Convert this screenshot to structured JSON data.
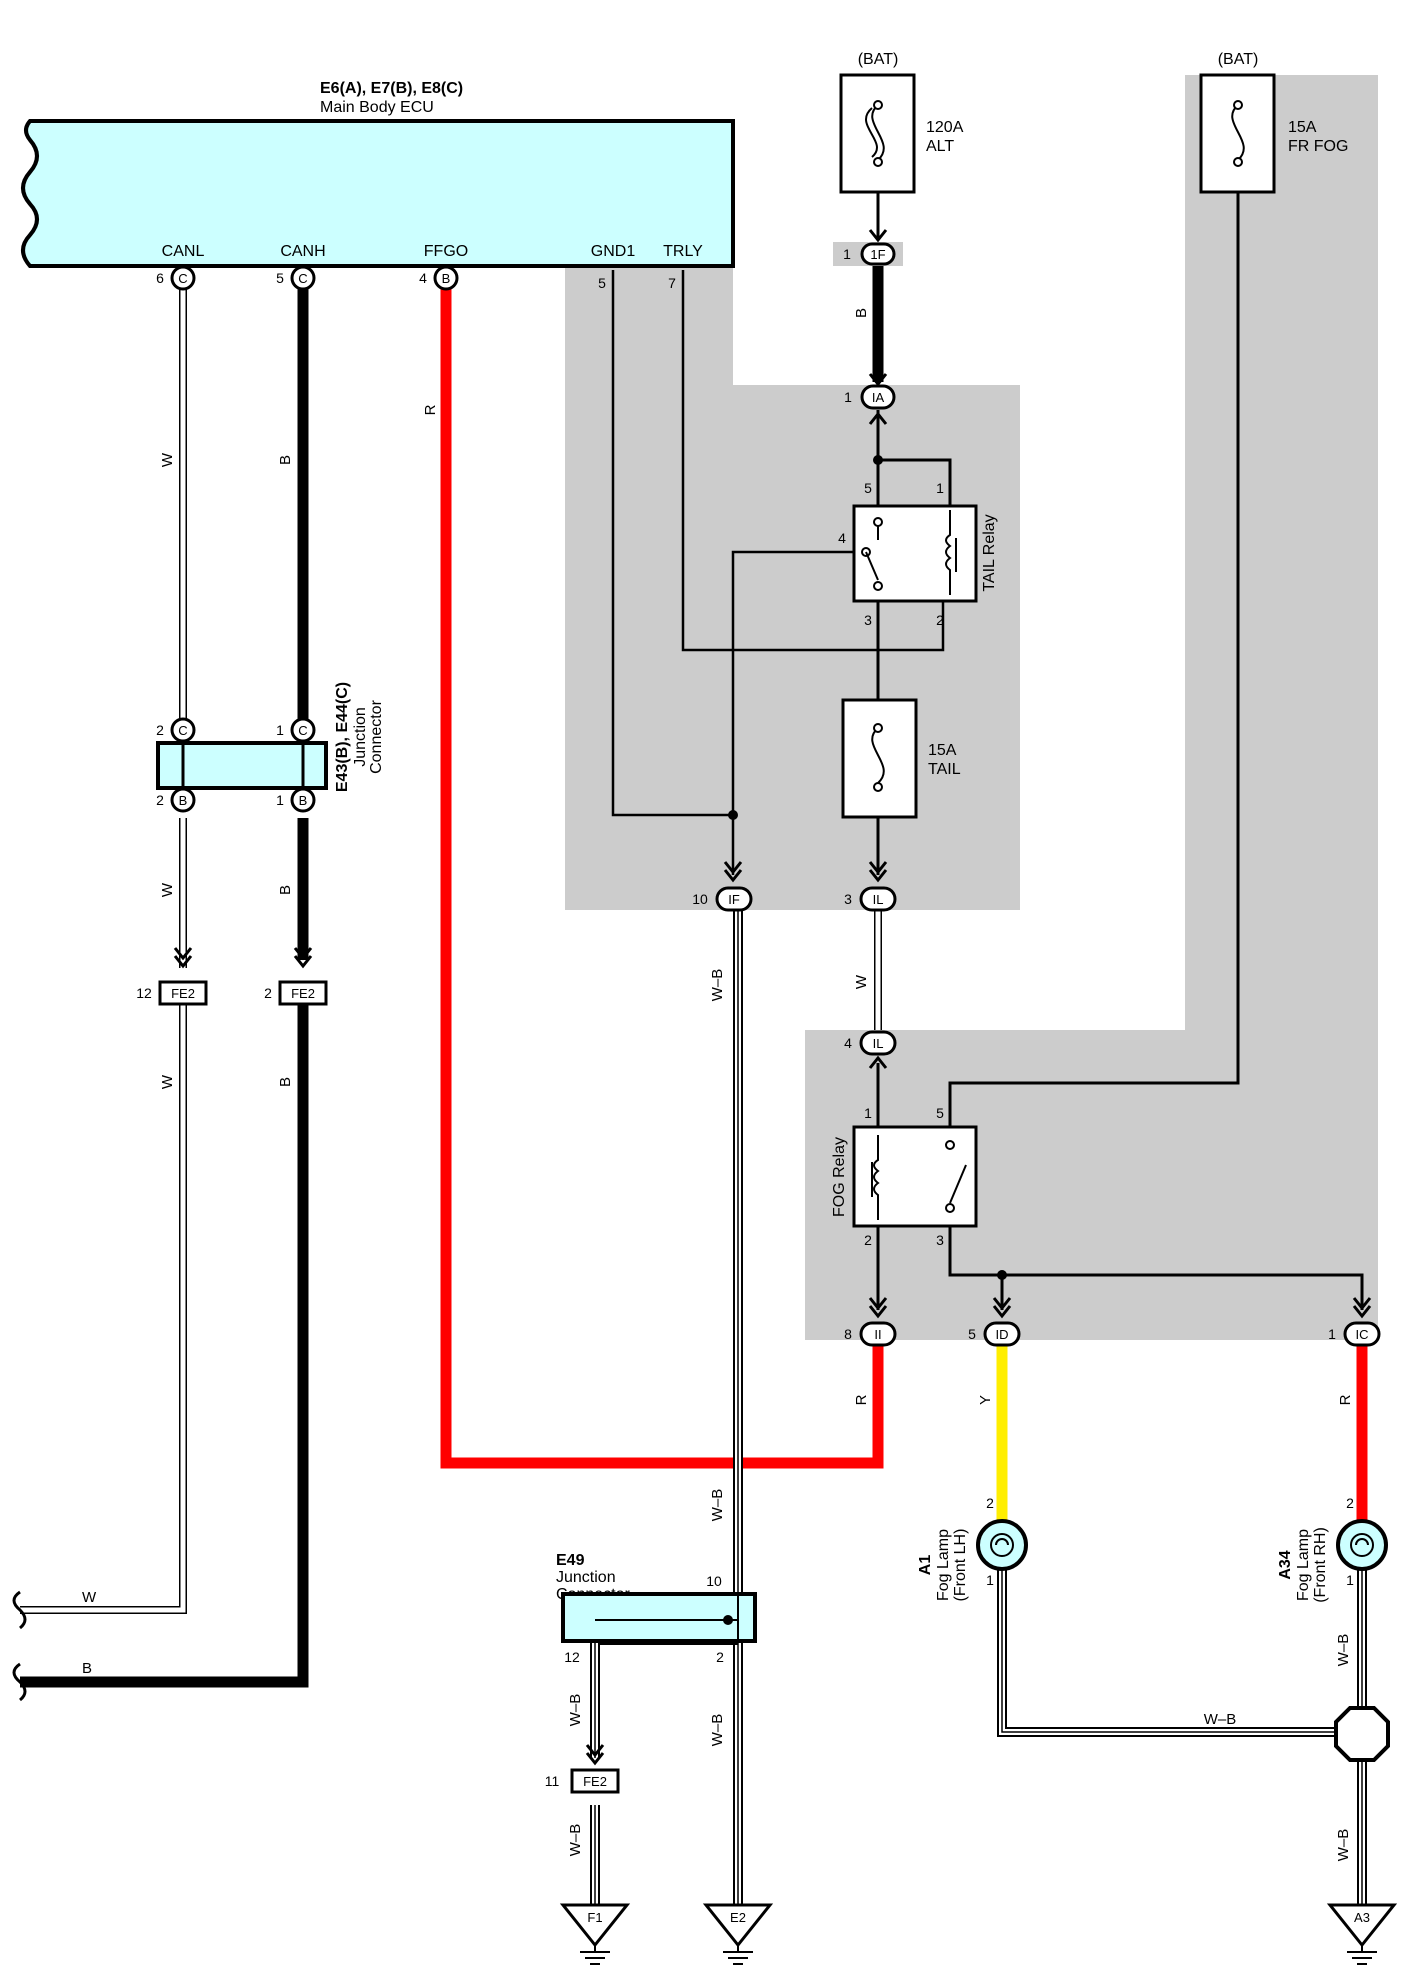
{
  "ecu": {
    "title": "E6(A), E7(B), E8(C)",
    "name": "Main Body ECU",
    "terminals": [
      "CANL",
      "CANH",
      "FFGO",
      "GND1",
      "TRLY"
    ],
    "pins": {
      "canl": "6",
      "canh": "5",
      "ffgo": "4",
      "gnd1": "5",
      "trly": "7"
    },
    "conn": {
      "canl": "C",
      "canh": "C",
      "ffgo": "B"
    }
  },
  "bat": {
    "left": "(BAT)",
    "right": "(BAT)"
  },
  "fuses": {
    "alt": [
      "120A",
      "ALT"
    ],
    "fog": [
      "15A",
      "FR FOG"
    ],
    "tail": [
      "15A",
      "TAIL"
    ]
  },
  "relays": {
    "tail": "TAIL Relay",
    "fog": "FOG Relay"
  },
  "relay_pins": {
    "tail": {
      "p5": "5",
      "p1": "1",
      "p4": "4",
      "p3": "3",
      "p2": "2"
    },
    "fog": {
      "p1": "1",
      "p5": "5",
      "p2": "2",
      "p3": "3"
    }
  },
  "connectors": {
    "c1F": {
      "pin": "1",
      "label": "1F"
    },
    "c1A": {
      "pin": "1",
      "label": "IA"
    },
    "c1F_lower": {
      "pin": "10",
      "label": "IF"
    },
    "c1L_upper": {
      "pin": "3",
      "label": "IL"
    },
    "c1L_lower": {
      "pin": "4",
      "label": "IL"
    },
    "c1I": {
      "pin": "8",
      "label": "II"
    },
    "c1D": {
      "pin": "5",
      "label": "ID"
    },
    "c1C": {
      "pin": "1",
      "label": "IC"
    },
    "fe2_w": {
      "pin": "12",
      "label": "FE2"
    },
    "fe2_b": {
      "pin": "2",
      "label": "FE2"
    },
    "fe2_wb": {
      "pin": "11",
      "label": "FE2"
    }
  },
  "junction_e43": {
    "title": "E43(B), E44(C)",
    "name1": "Junction",
    "name2": "Connector",
    "pins": {
      "top_left": "2",
      "top_right": "1",
      "bot_left": "2",
      "bot_right": "1"
    },
    "conn": {
      "top": "C",
      "bot": "B"
    }
  },
  "junction_e49": {
    "title": "E49",
    "name1": "Junction",
    "name2": "Connector",
    "pins": {
      "p10": "10",
      "p12": "12",
      "p2": "2"
    }
  },
  "lamps": {
    "lh": {
      "id": "A1",
      "name": "Fog Lamp",
      "side": "(Front LH)",
      "pin_top": "2",
      "pin_bot": "1"
    },
    "rh": {
      "id": "A34",
      "name": "Fog Lamp",
      "side": "(Front RH)",
      "pin_top": "2",
      "pin_bot": "1"
    }
  },
  "grounds": {
    "f1": "F1",
    "e2": "E2",
    "a3": "A3"
  },
  "wires": {
    "w": "W",
    "b": "B",
    "r": "R",
    "y": "Y",
    "wb": "W–B"
  },
  "colors": {
    "ecu_fill": "#ccffff",
    "shade": "#cccccc",
    "red": "#ff0000",
    "yellow": "#ffee00",
    "black": "#000000"
  }
}
